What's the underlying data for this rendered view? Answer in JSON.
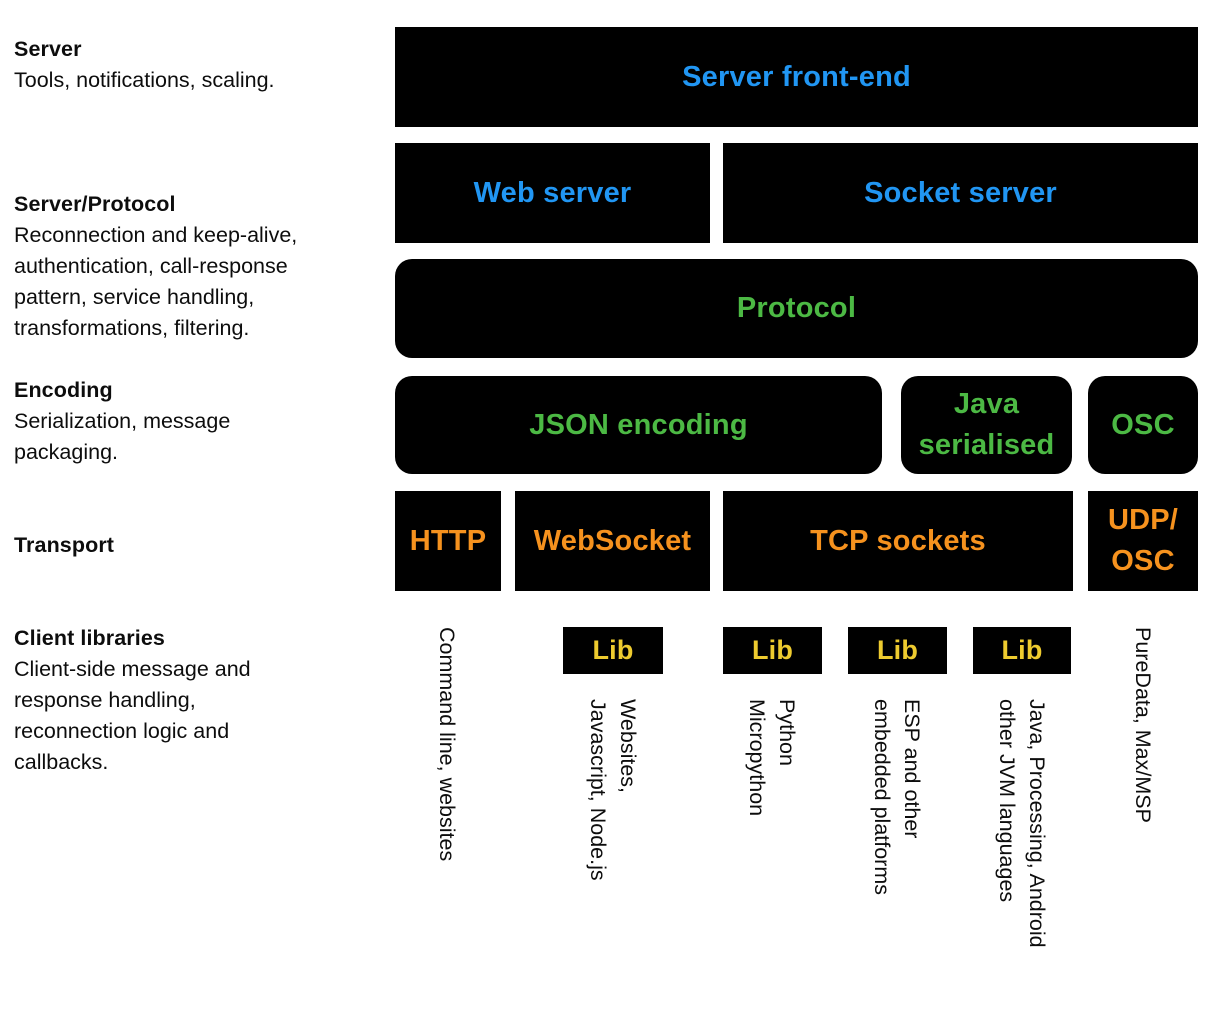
{
  "title": "Architecture stack diagram",
  "colors": {
    "box_background": "#000000",
    "blue": "#2196f3",
    "green": "#4cb944",
    "orange": "#f6921e",
    "yellow": "#eecb2f",
    "label_text": "#0d0d0d"
  },
  "left_labels": [
    {
      "heading": "Server",
      "body": [
        "Tools, notifications, scaling."
      ]
    },
    {
      "heading": "Server/Protocol",
      "body": [
        "Reconnection and keep-alive,",
        "authentication, call-response",
        "pattern, service handling,",
        "transformations, filtering."
      ]
    },
    {
      "heading": "Encoding",
      "body": [
        "Serialization, message",
        "packaging."
      ]
    },
    {
      "heading": "Transport",
      "body": []
    },
    {
      "heading": "Client libraries",
      "body": [
        "Client-side message and",
        "response handling,",
        "reconnection logic and",
        "callbacks."
      ]
    }
  ],
  "layers": {
    "server_front_end": "Server front-end",
    "web_server": "Web server",
    "socket_server": "Socket server",
    "protocol": "Protocol",
    "json_encoding": "JSON encoding",
    "java_serialised": [
      "Java",
      "serialised"
    ],
    "osc": "OSC",
    "http": "HTTP",
    "websocket": "WebSocket",
    "tcp_sockets": "TCP sockets",
    "udp_osc": [
      "UDP/",
      "OSC"
    ],
    "lib": "Lib"
  },
  "clients": [
    {
      "label": [
        "Command line, websites"
      ]
    },
    {
      "label": [
        "Websites,",
        "Javascript, Node.js"
      ]
    },
    {
      "label": [
        "Python",
        "Micropython"
      ]
    },
    {
      "label": [
        "ESP and other",
        "embedded platforms"
      ]
    },
    {
      "label": [
        "Java, Processing, Android",
        "other JVM languages"
      ]
    },
    {
      "label": [
        "PureData, Max/MSP"
      ]
    }
  ]
}
